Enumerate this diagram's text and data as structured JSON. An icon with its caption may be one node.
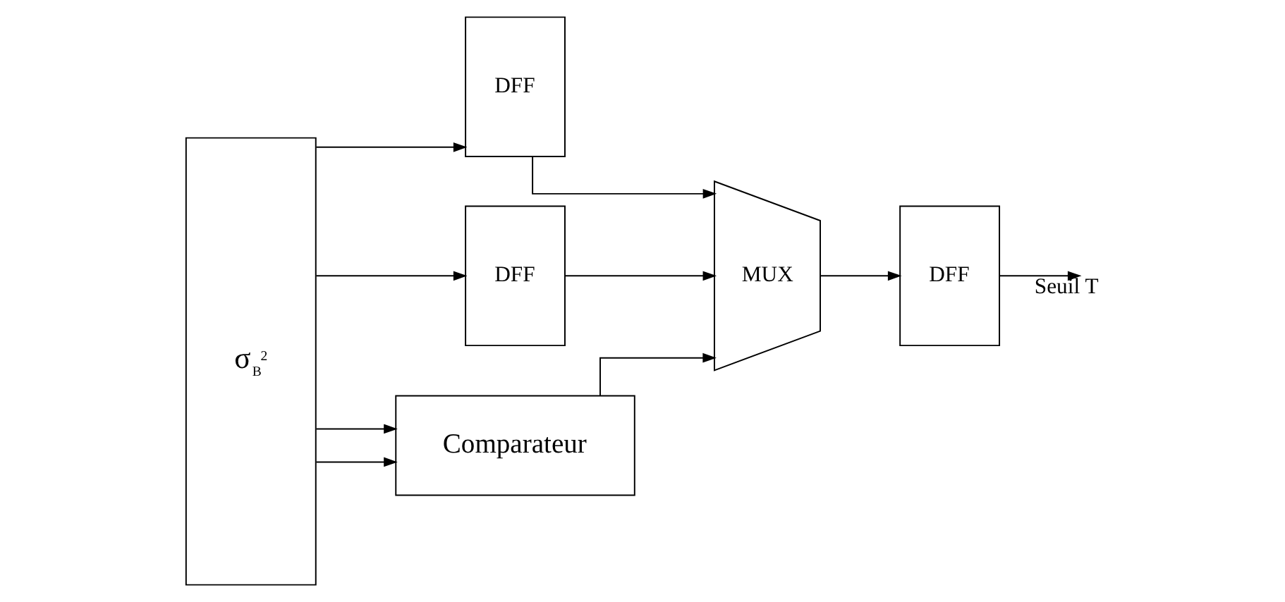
{
  "diagram": {
    "nodes": [
      {
        "text": [
          "σ$_{B}$$^{2}$"
        ]
      },
      {
        "text": [
          "DFF"
        ]
      },
      {
        "text": [
          "DFF"
        ]
      },
      {
        "text": [
          "Comparateur"
        ]
      },
      {
        "text": [
          "MUX"
        ]
      },
      {
        "text": [
          "DFF"
        ]
      }
    ],
    "edges": [
      {
        "from": 0,
        "to": 1,
        "arrow": "to"
      },
      {
        "from": 0,
        "to": 2,
        "arrow": "to"
      },
      {
        "from": 0,
        "to": 3,
        "arrow": "to"
      },
      {
        "from": 0,
        "to": 3,
        "arrow": "to"
      },
      {
        "from": 1,
        "to": 4,
        "arrow": "to"
      },
      {
        "from": 2,
        "to": 4,
        "arrow": "to"
      },
      {
        "from": 3,
        "to": 4,
        "arrow": "to"
      },
      {
        "from": 4,
        "to": 5,
        "arrow": "to"
      },
      {
        "from": 5,
        "to": null,
        "arrow": "to",
        "label": "Seuil T"
      }
    ]
  }
}
